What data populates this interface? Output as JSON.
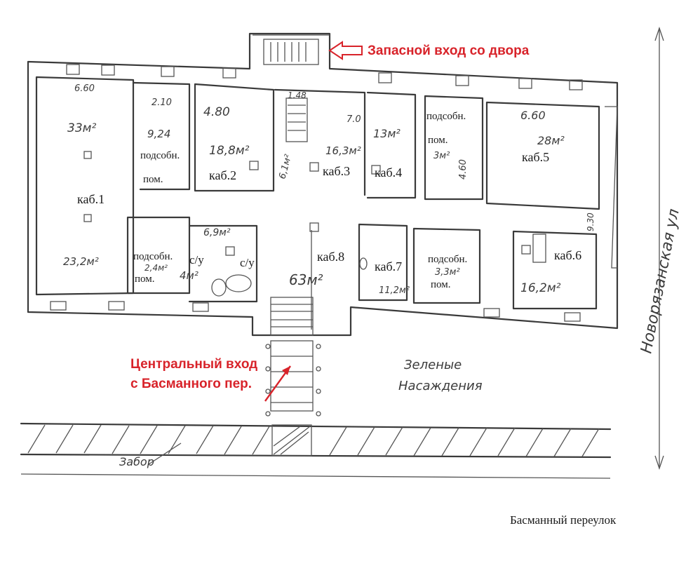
{
  "annotations": {
    "back_entrance": "Запасной вход со двора",
    "main_entrance_line1": "Центральный вход",
    "main_entrance_line2": "с Басманного пер.",
    "street_right": "Новорязанская ул",
    "lane_bottom": "Басманный переулок",
    "greenery_line1": "Зеленые",
    "greenery_line2": "Насаждения",
    "fence": "Забор"
  },
  "rooms": [
    {
      "label": "каб.1",
      "area_top": "33м²",
      "area_bottom": "23,2м²",
      "dim": "6.60"
    },
    {
      "label": "каб.2",
      "area": "18,8м²",
      "dim": "4.80"
    },
    {
      "label": "каб.3",
      "area": "16,3м²",
      "dim": "7.0"
    },
    {
      "label": "каб.4",
      "area": "13м²"
    },
    {
      "label": "каб.5",
      "area": "28м²",
      "dim": "6.60"
    },
    {
      "label": "каб.6",
      "area": "16,2м²",
      "dim": "9.30"
    },
    {
      "label": "каб.7",
      "area": "11,2м²"
    },
    {
      "label": "каб.8",
      "area": "63м²"
    }
  ],
  "utility": [
    {
      "label_l1": "подсобн.",
      "label_l2": "пом.",
      "area": "9,24",
      "dim": "2.10"
    },
    {
      "label_l1": "подсобн.",
      "label_l2": "пом.",
      "area": "3м²",
      "dim": "4.60"
    },
    {
      "label_l1": "подсобн.",
      "label_l2": "пом.",
      "area": "2,4м²"
    },
    {
      "label_l1": "подсобн.",
      "label_l2": "пом.",
      "area": "3,3м²"
    }
  ],
  "wc": [
    {
      "label": "с/у",
      "area": "4м²"
    },
    {
      "label": "с/у",
      "area": "6,9м²"
    }
  ],
  "corridor": {
    "dim": "1.48",
    "area": "6,1м²"
  },
  "colors": {
    "accent_red": "#d8232a",
    "ink": "#3a3a3a"
  }
}
